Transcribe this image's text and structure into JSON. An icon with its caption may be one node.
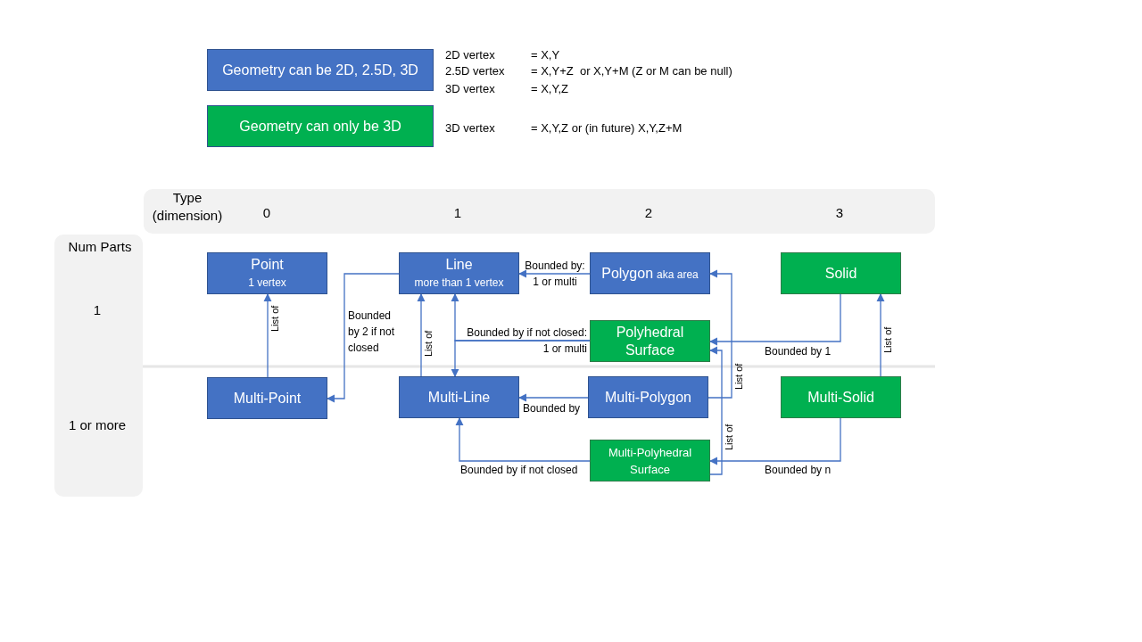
{
  "diagram": {
    "nodes": [
      {
        "text": [
          "Type (dimension)",
          "0",
          "1",
          "2",
          "3"
        ]
      },
      {
        "text": [
          "Num Parts",
          "1",
          "1 or more"
        ]
      },
      {
        "text": [
          "Point",
          "1 vertex"
        ]
      },
      {
        "text": [
          "Line",
          "more than 1 vertex"
        ]
      },
      {
        "text": [
          "Polygon",
          "aka area"
        ]
      },
      {
        "text": [
          "Solid"
        ]
      },
      {
        "text": [
          "Polyhedral Surface"
        ]
      },
      {
        "text": [
          "Multi-Point"
        ]
      },
      {
        "text": [
          "Multi-Line"
        ]
      },
      {
        "text": [
          "Multi-Polygon"
        ]
      },
      {
        "text": [
          "Multi-Solid"
        ]
      },
      {
        "text": [
          "Multi-Polyhedral Surface"
        ]
      }
    ],
    "edges": [
      {
        "from": 7,
        "to": 2,
        "arrow": "to",
        "label": "List of"
      },
      {
        "from": 3,
        "to": 7,
        "arrow": "to",
        "label": "Bounded by 2 if not closed"
      },
      {
        "from": 8,
        "to": 3,
        "arrow": "to",
        "label": "List of"
      },
      {
        "from": 6,
        "to": 3,
        "arrow": "to",
        "label": "Bounded by if not closed: 1 or multi"
      },
      {
        "from": 6,
        "to": 8,
        "arrow": "to"
      },
      {
        "from": 4,
        "to": 3,
        "arrow": "to",
        "label": "Bounded by: 1 or multi"
      },
      {
        "from": 9,
        "to": 8,
        "arrow": "to",
        "label": "Bounded by"
      },
      {
        "from": 11,
        "to": 8,
        "arrow": "to",
        "label": "Bounded by if not closed"
      },
      {
        "from": 9,
        "to": 4,
        "arrow": "to",
        "label": "List of"
      },
      {
        "from": 11,
        "to": 6,
        "arrow": "to",
        "label": "List of"
      },
      {
        "from": 5,
        "to": 6,
        "arrow": "to",
        "label": "Bounded by 1"
      },
      {
        "from": 10,
        "to": 5,
        "arrow": "to",
        "label": "List of"
      },
      {
        "from": 10,
        "to": 11,
        "arrow": "to",
        "label": "Bounded by n"
      }
    ],
    "labels": [
      "2D vertex",
      "= X,Y",
      "2.5D vertex",
      "= X,Y+Z  or X,Y+M (Z or M can be null)",
      "3D vertex",
      "= X,Y,Z",
      "3D vertex",
      "= X,Y,Z or (in future) X,Y,Z+M"
    ],
    "legend": [
      {
        "text": "Geometry can be 2D, 2.5D, 3D",
        "color": "#4472c4"
      },
      {
        "text": "Geometry can only be 3D",
        "color": "#00b050"
      }
    ]
  }
}
